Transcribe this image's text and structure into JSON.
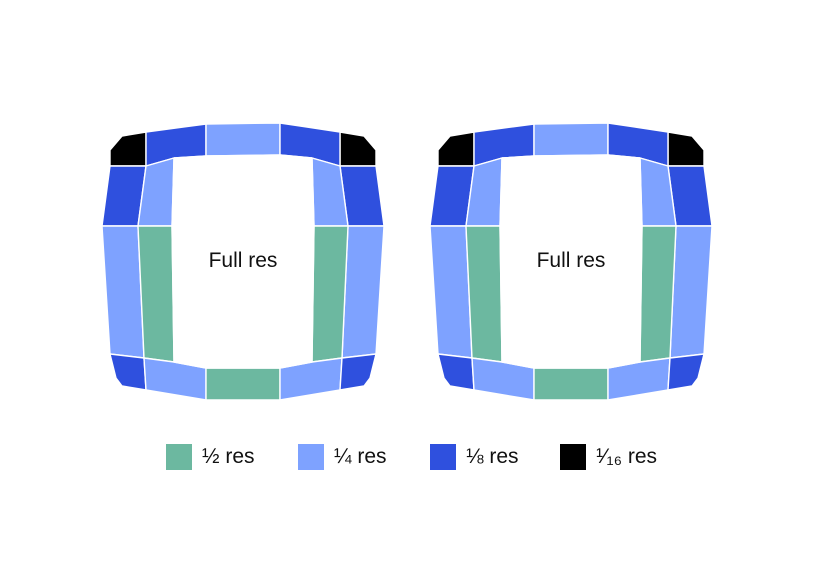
{
  "colors": {
    "half": "#6cb8a0",
    "quarter": "#7ea2ff",
    "eighth": "#2f50de",
    "sixteenth": "#000000",
    "full": "#ffffff"
  },
  "lenses": [
    {
      "label": "Full res"
    },
    {
      "label": "Full res"
    }
  ],
  "legend": [
    {
      "key": "half",
      "label": "½ res"
    },
    {
      "key": "quarter",
      "label": "¼ res"
    },
    {
      "key": "eighth",
      "label": "⅛ res"
    },
    {
      "key": "sixteenth",
      "label": "¹⁄₁₆ res"
    }
  ]
}
